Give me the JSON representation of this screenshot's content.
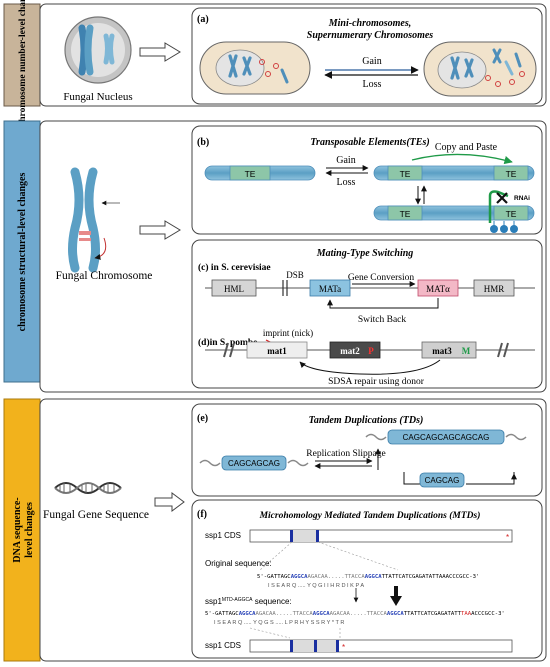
{
  "figure": {
    "side_labels": {
      "top": "chromosome number-level changes",
      "middle": "chromosome structural-level changes",
      "bottom_line1": "DNA sequence-",
      "bottom_line2": "level changes"
    },
    "left_labels": {
      "nucleus": "Fungal Nucleus",
      "chromosome": "Fungal Chromosome",
      "gene_sequence": "Fungal Gene Sequence"
    },
    "panels": {
      "a": {
        "letter": "(a)",
        "title_line1": "Mini-chromosomes,",
        "title_line2": "Supernumerary Chromosomes",
        "gain": "Gain",
        "loss": "Loss"
      },
      "b": {
        "letter": "(b)",
        "title": "Transposable Elements(TEs)",
        "te": "TE",
        "gain": "Gain",
        "loss": "Loss",
        "copy_paste": "Copy and Paste",
        "rnai": "RNAi"
      },
      "c": {
        "title": "Mating-Type Switching",
        "label": "(c) in S. cerevisiae",
        "hml": "HML",
        "dsb": "DSB",
        "mata": "MATa",
        "matalpha": "MATα",
        "hmr": "HMR",
        "gene_conversion": "Gene Conversion",
        "switch_back": "Switch Back"
      },
      "d": {
        "label": "(d)in S. pombe",
        "imprint": "imprint (nick)",
        "mat1": "mat1",
        "mat2": "mat2",
        "mat2_tag": "P",
        "mat3": "mat3",
        "mat3_tag": "M",
        "sdsa": "SDSA repair using donor"
      },
      "e": {
        "letter": "(e)",
        "title": "Tandem Duplications (TDs)",
        "left_seq": "CAGCAGCAG",
        "top_seq": "CAGCAGCAGCAGCAG",
        "bottom_seq": "CAGCAG",
        "slippage": "Replication Slippage"
      },
      "f": {
        "letter": "(f)",
        "title": "Microhomology Mediated Tandem Duplications (MTDs)",
        "cds_label": "ssp1 CDS",
        "original_label": "Original sequence:",
        "orig_seq_a": "5'-GATTAGC",
        "orig_seq_b": "AGGCA",
        "orig_seq_c": "AGACAA.....TTACCA",
        "orig_seq_d": "AGGCA",
        "orig_seq_e": "TTATTCATCGAGATATTAAACCCGCC-3'",
        "orig_aa": "I   S   E   A   R   Q  .....  Y   Q   G   I   I   H   R   D   I   K   P   A",
        "mtd_label_a": "ssp1",
        "mtd_label_sup": "MTD-AGGCA",
        "mtd_label_b": " sequence:",
        "mtd_seq_a": "5'-GATTAGC",
        "mtd_seq_b": "AGGCA",
        "mtd_seq_c": "AGACAA.....TTACCA",
        "mtd_seq_d": "AGGCA",
        "mtd_seq_e": "AGACAA.....TTACCA",
        "mtd_seq_f": "AGGCA",
        "mtd_seq_g": "TTATTCATCGAGATATT",
        "mtd_seq_h": "TAA",
        "mtd_seq_i": "ACCCGCC-3'",
        "mtd_aa": "I   S   E   A   R   Q  .....  Y   Q   G   S   .....  L   P   R   H   Y   S   S   R   Y   *   T   R",
        "stop": "*"
      }
    },
    "colors": {
      "band_top": "#c8b49a",
      "band_mid": "#6fa9cf",
      "band_bot": "#f2b21c",
      "chrom_blue": "#5b9fc4",
      "seq_blue": "#2b45b8",
      "stop_red": "#d42020",
      "green": "#1f9a48"
    }
  }
}
